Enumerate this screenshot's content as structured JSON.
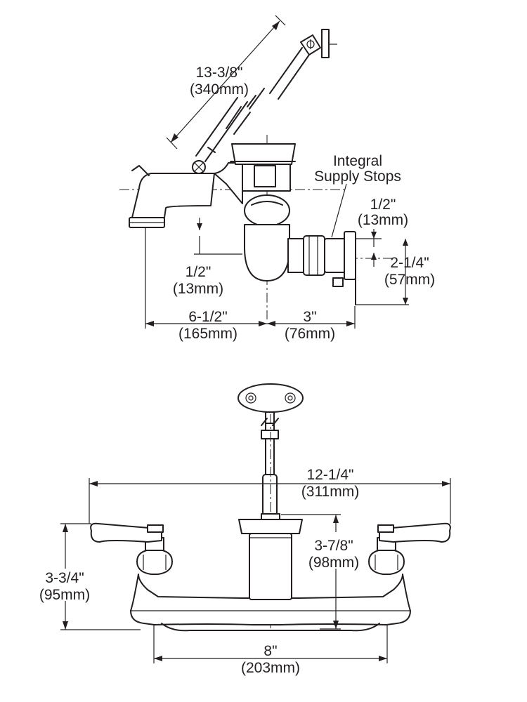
{
  "colors": {
    "line": "#231f20",
    "background": "#ffffff"
  },
  "side_view": {
    "hose": {
      "imperial": "13-3/8\"",
      "metric": "(340mm)"
    },
    "callout": {
      "line1": "Integral",
      "line2": "Supply Stops"
    },
    "flange": {
      "imperial": "1/2\"",
      "metric": "(13mm)"
    },
    "inlet": {
      "imperial": "2-1/4\"",
      "metric": "(57mm)"
    },
    "spout_drop": {
      "imperial": "1/2\"",
      "metric": "(13mm)"
    },
    "spout_reach": {
      "imperial": "6-1/2\"",
      "metric": "(165mm)"
    },
    "wall_offset": {
      "imperial": "3\"",
      "metric": "(76mm)"
    }
  },
  "front_view": {
    "overall_width": {
      "imperial": "12-1/4\"",
      "metric": "(311mm)"
    },
    "valve_height": {
      "imperial": "3-7/8\"",
      "metric": "(98mm)"
    },
    "handle_height": {
      "imperial": "3-3/4\"",
      "metric": "(95mm)"
    },
    "centers": {
      "imperial": "8\"",
      "metric": "(203mm)"
    }
  }
}
